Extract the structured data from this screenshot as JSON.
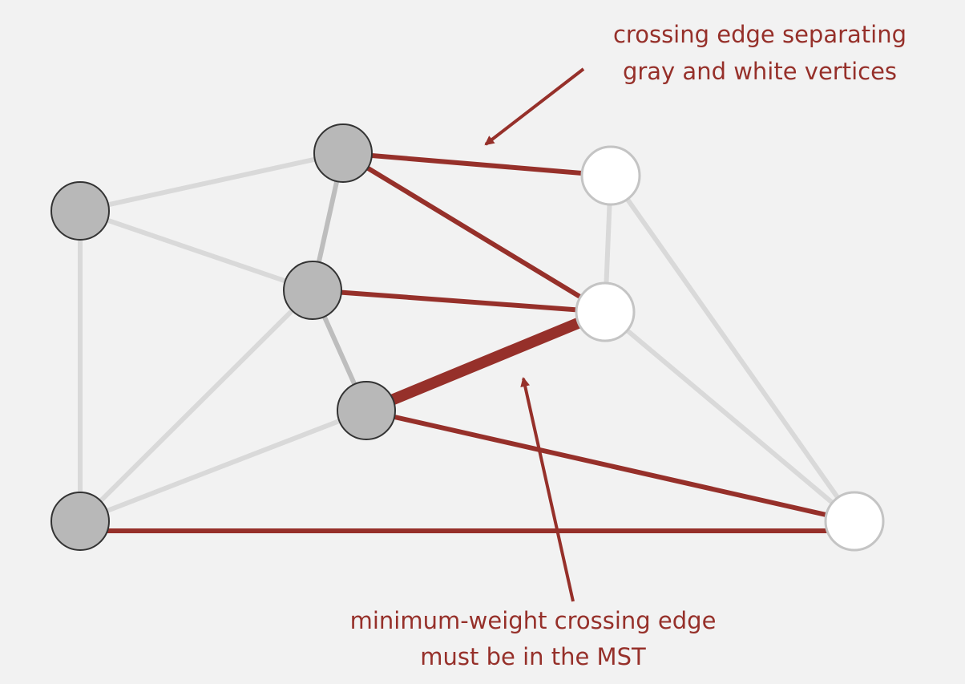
{
  "annotations": {
    "crossing_line1": "crossing edge separating",
    "crossing_line2": "gray and white vertices",
    "min_line1": "minimum-weight crossing edge",
    "min_line2": "must be in the MST"
  },
  "colors": {
    "background": "#f2f2f2",
    "crossing_edge": "#96302a",
    "light_edge": "#d9d9d9",
    "gray_vertex": "#b8b8b8",
    "white_vertex": "#ffffff"
  },
  "vertices": [
    {
      "id": "g0",
      "color": "gray"
    },
    {
      "id": "g1",
      "color": "gray"
    },
    {
      "id": "g2",
      "color": "gray"
    },
    {
      "id": "g3",
      "color": "gray"
    },
    {
      "id": "g4",
      "color": "gray"
    },
    {
      "id": "w0",
      "color": "white"
    },
    {
      "id": "w1",
      "color": "white"
    },
    {
      "id": "w2",
      "color": "white"
    }
  ]
}
